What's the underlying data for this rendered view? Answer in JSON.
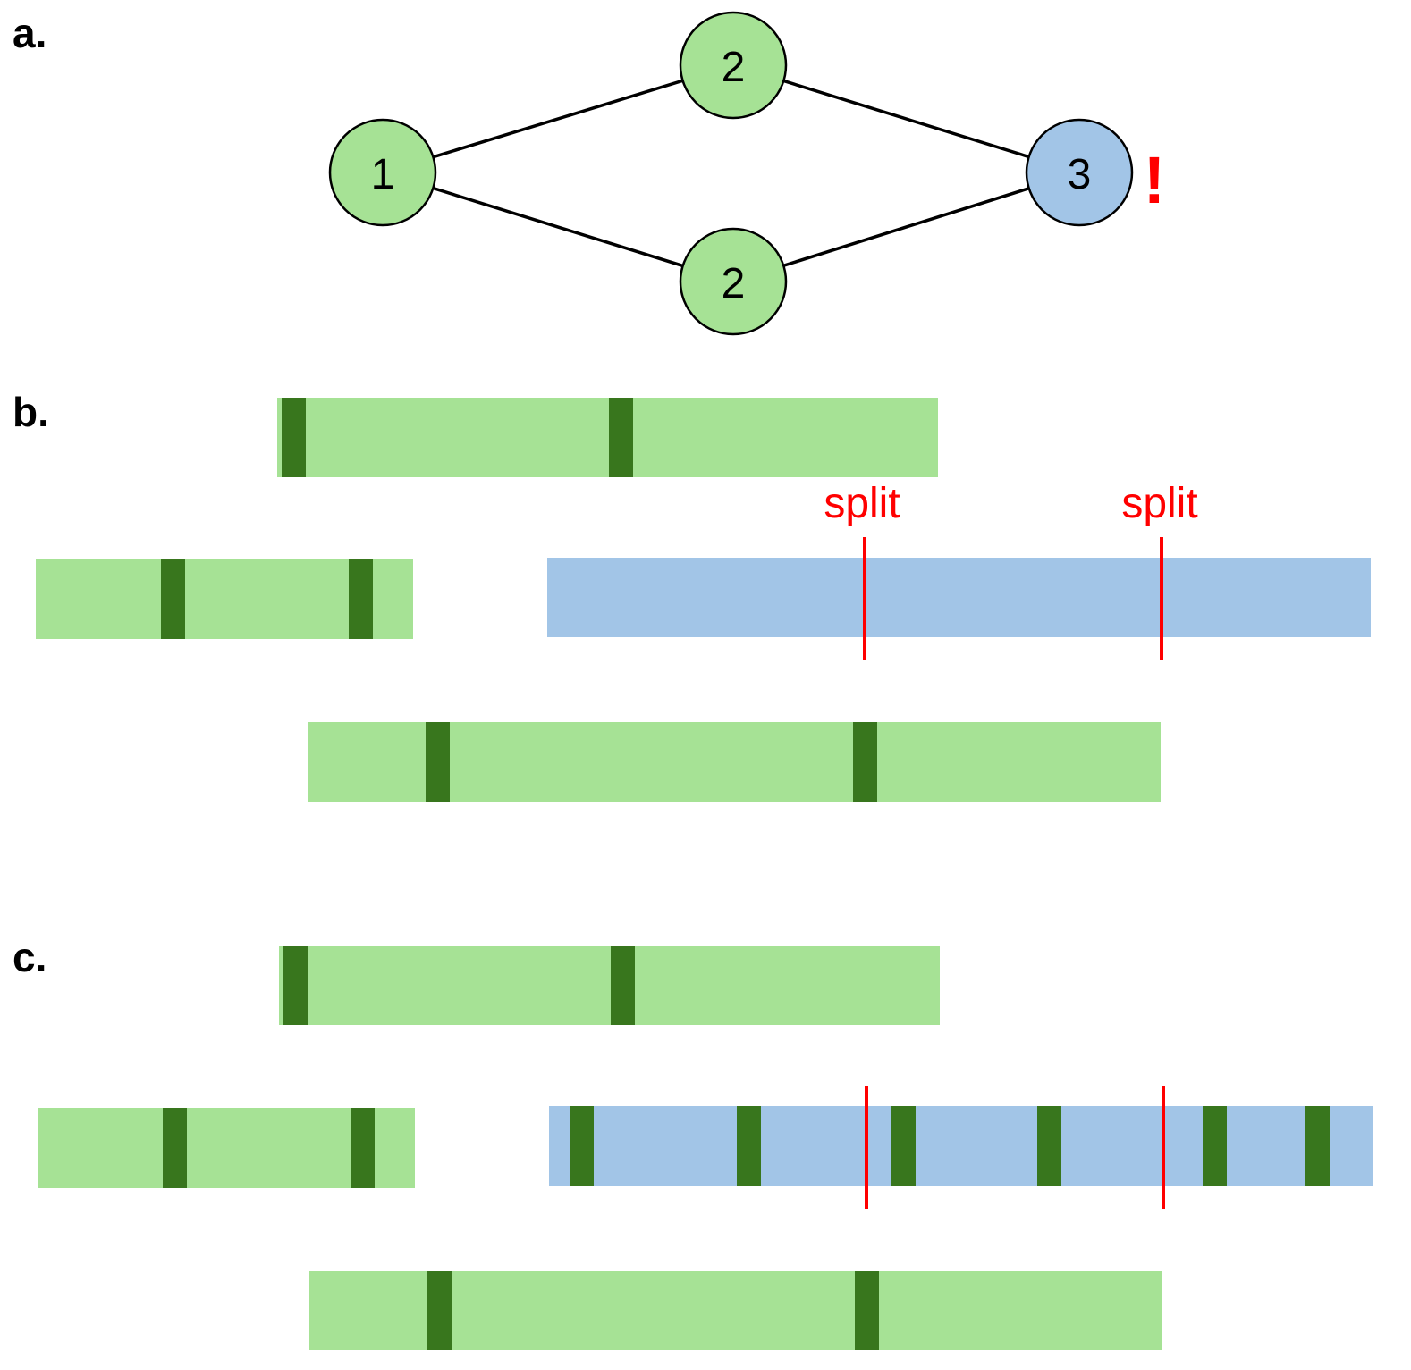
{
  "colors": {
    "green_fill": "#a6e295",
    "dark_green_band": "#38761d",
    "blue_fill": "#a2c5e7",
    "red": "#ff0000",
    "edge": "#000000"
  },
  "panels": {
    "a": {
      "label": "a.",
      "nodes": [
        {
          "id": "n1",
          "label": "1",
          "color": "green"
        },
        {
          "id": "n2top",
          "label": "2",
          "color": "green"
        },
        {
          "id": "n2bot",
          "label": "2",
          "color": "green"
        },
        {
          "id": "n3",
          "label": "3",
          "color": "blue"
        }
      ],
      "edges": [
        [
          "n1",
          "n2top"
        ],
        [
          "n1",
          "n2bot"
        ],
        [
          "n2top",
          "n3"
        ],
        [
          "n2bot",
          "n3"
        ]
      ],
      "alert_text": "!"
    },
    "b": {
      "label": "b.",
      "split_label_1": "split",
      "split_label_2": "split"
    },
    "c": {
      "label": "c."
    }
  }
}
